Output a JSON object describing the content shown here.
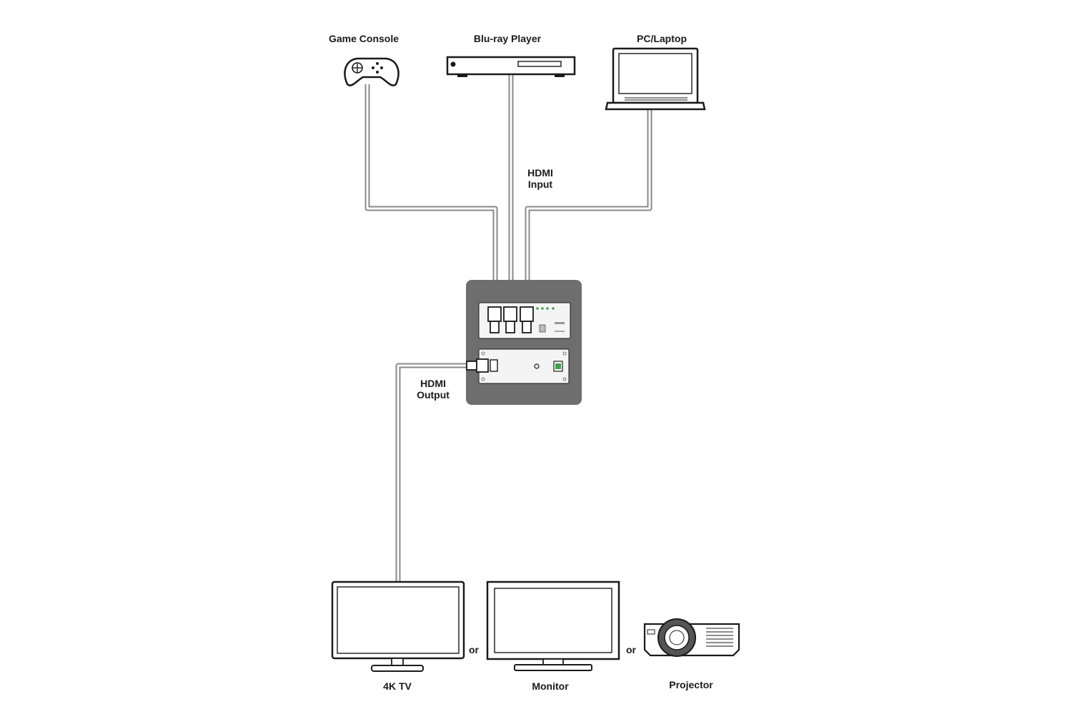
{
  "sources": {
    "game_console": "Game Console",
    "bluray_player": "Blu-ray Player",
    "pc_laptop": "PC/Laptop"
  },
  "connections": {
    "hdmi_input": "HDMI\nInput",
    "hdmi_output": "HDMI\nOutput"
  },
  "displays": {
    "tv_4k": "4K TV",
    "monitor": "Monitor",
    "projector": "Projector",
    "or_1": "or",
    "or_2": "or"
  },
  "colors": {
    "cable": "#8a8a8a",
    "device_plate": "#6e6e6e",
    "outline": "#1a1a1a",
    "led": "#3aa64a"
  }
}
